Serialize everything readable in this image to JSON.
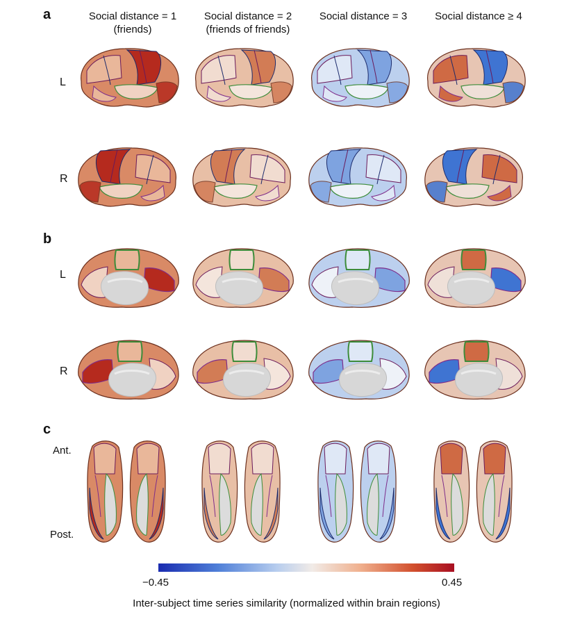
{
  "panels": {
    "a": "a",
    "b": "b",
    "c": "c"
  },
  "columns": [
    {
      "line1": "Social distance = 1",
      "line2": "(friends)"
    },
    {
      "line1": "Social distance = 2",
      "line2": "(friends of friends)"
    },
    {
      "line1": "Social distance = 3",
      "line2": ""
    },
    {
      "line1": "Social distance ≥ 4",
      "line2": ""
    }
  ],
  "rows": {
    "left": "L",
    "right": "R"
  },
  "views": {
    "anterior": "Ant.",
    "posterior": "Post."
  },
  "colorbar": {
    "min_label": "−0.45",
    "max_label": "0.45",
    "min": -0.45,
    "max": 0.45,
    "title": "Inter-subject time series similarity (normalized within brain regions)",
    "colormap": [
      "#1a2cb0",
      "#4f7fd8",
      "#b7cdee",
      "#f1ebe7",
      "#f0b18f",
      "#d2502e",
      "#a80f22"
    ]
  },
  "column_tints": [
    {
      "base": "#d98a66",
      "hi": "#b52a1e",
      "lo": "#e9b79a",
      "shade": "#f0d2c2"
    },
    {
      "base": "#e8bfa6",
      "hi": "#d27c55",
      "lo": "#f1dcd0",
      "shade": "#f4e5dc"
    },
    {
      "base": "#bcd0ee",
      "hi": "#7ea3e0",
      "lo": "#dfe8f6",
      "shade": "#eef2f8"
    },
    {
      "base": "#e7c5b3",
      "hi": "#3f74d2",
      "lo": "#cf6a44",
      "shade": "#efe0d8"
    }
  ]
}
